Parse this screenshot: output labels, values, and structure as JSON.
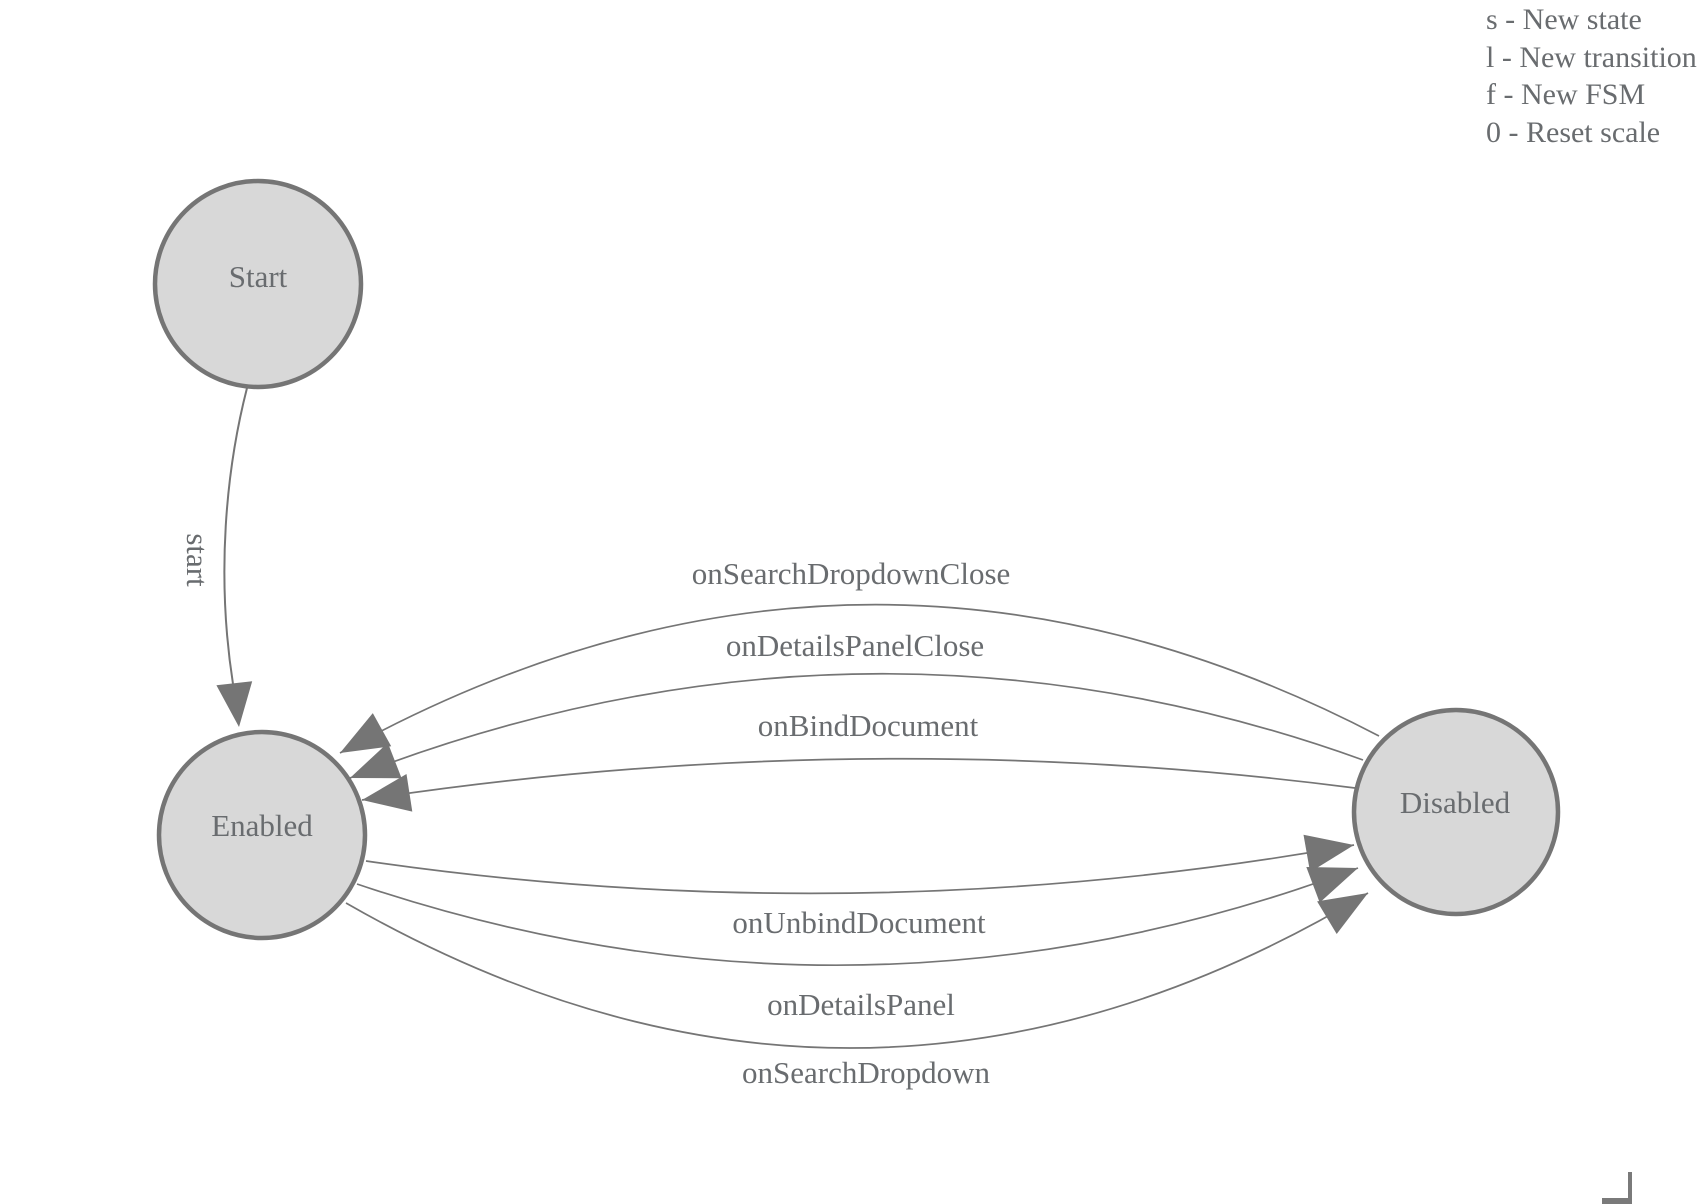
{
  "legend": {
    "lines": [
      "s - New state",
      "l - New transition",
      "f - New FSM",
      "0 - Reset scale"
    ]
  },
  "states": [
    {
      "label": "Start"
    },
    {
      "label": "Enabled"
    },
    {
      "label": "Disabled"
    }
  ],
  "transitions": [
    {
      "label": "start",
      "from": "Start",
      "to": "Enabled"
    },
    {
      "label": "onSearchDropdownClose",
      "from": "Disabled",
      "to": "Enabled"
    },
    {
      "label": "onDetailsPanelClose",
      "from": "Disabled",
      "to": "Enabled"
    },
    {
      "label": "onBindDocument",
      "from": "Disabled",
      "to": "Enabled"
    },
    {
      "label": "onUnbindDocument",
      "from": "Enabled",
      "to": "Disabled"
    },
    {
      "label": "onDetailsPanel",
      "from": "Enabled",
      "to": "Disabled"
    },
    {
      "label": "onSearchDropdown",
      "from": "Enabled",
      "to": "Disabled"
    }
  ],
  "colors": {
    "node_fill": "#d8d8d8",
    "node_stroke": "#757575",
    "edge_stroke": "#757575",
    "label_text": "#696c6f"
  }
}
